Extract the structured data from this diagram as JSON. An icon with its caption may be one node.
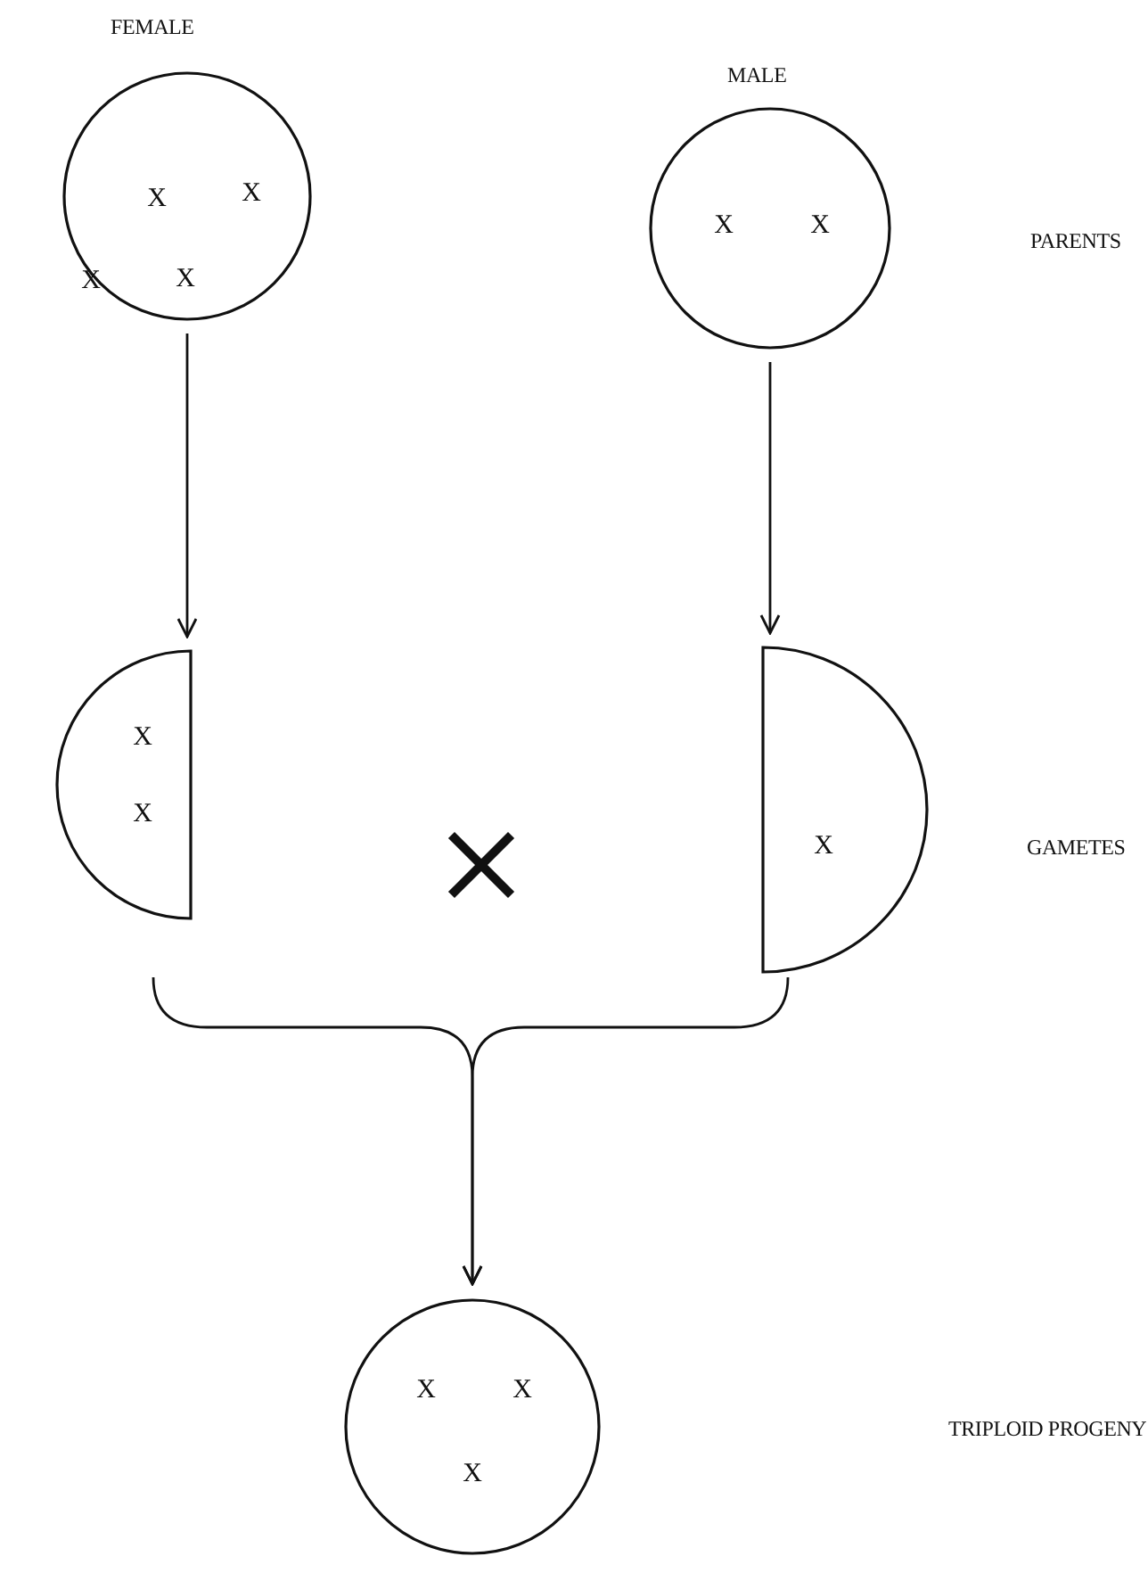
{
  "diagram": {
    "nodes": [
      {
        "text": [
          "X",
          "X",
          "X",
          "X"
        ],
        "beside": [
          "FEMALE"
        ]
      },
      {
        "text": [
          "X",
          "X"
        ],
        "beside": [
          "MALE"
        ]
      },
      {
        "text": [
          "X",
          "X"
        ]
      },
      {
        "text": [
          "X"
        ]
      },
      {
        "text": [
          "X",
          "X",
          "X"
        ]
      }
    ],
    "edges": [
      {
        "from": 0,
        "to": 2,
        "arrow": "to"
      },
      {
        "from": 1,
        "to": 3,
        "arrow": "to"
      },
      {
        "from": 2,
        "to": 4,
        "arrow": "to"
      },
      {
        "from": 3,
        "to": 4,
        "arrow": "to"
      }
    ],
    "labels": [
      "PARENTS",
      "GAMETES",
      "TRIPLOID PROGENY"
    ]
  }
}
